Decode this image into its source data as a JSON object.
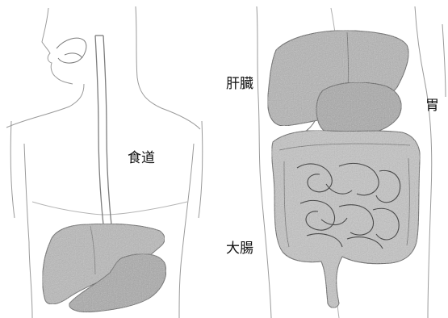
{
  "labels": {
    "esophagus": "食道",
    "liver": "肝臓",
    "stomach": "胃",
    "large_intestine": "大腸"
  },
  "colors": {
    "outline": "#8a8a8a",
    "organ_fill": "#cfcfcf",
    "organ_shade": "#6f6f6f",
    "label_text": "#111111"
  }
}
